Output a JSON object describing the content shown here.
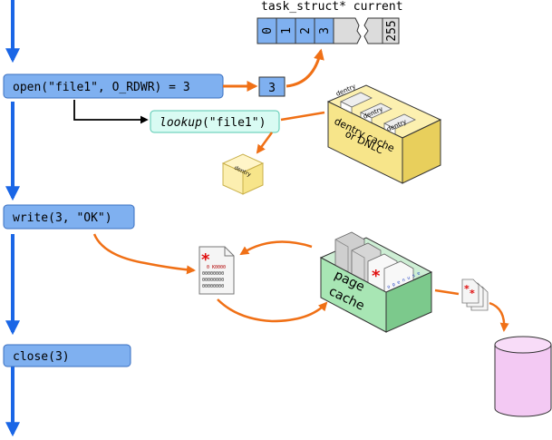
{
  "fd_table": {
    "label": "task_struct* current",
    "cells": [
      "0",
      "1",
      "2",
      "3",
      "255"
    ]
  },
  "syscalls": {
    "open": "open(\"file1\", O_RDWR) = 3",
    "write": "write(3, \"OK\")",
    "close": "close(3)"
  },
  "fd_value": "3",
  "lookup": {
    "fn": "lookup",
    "arg": "(\"file1\")"
  },
  "dentry_cache": {
    "entry_label": "dentry",
    "caption_line1": "dentry cache",
    "caption_line2": "or DNLC"
  },
  "single_dentry_label": "dentry",
  "file_doc": {
    "lines": [
      "0 K0000",
      "00000000",
      "00000000",
      "00000000"
    ]
  },
  "page_cache": {
    "line1": "page",
    "line2": "cache",
    "page_letters": "o p e n u s e"
  },
  "colors": {
    "flow_arrow": "#1a66e6",
    "data_arrow": "#f07016",
    "syscall_box": "#7fb0f0",
    "lookup_box": "#d9fbf3",
    "dentry_cache": "#f7e58a",
    "page_cache": "#a8e6b4",
    "disk": "#f3c9f3"
  }
}
